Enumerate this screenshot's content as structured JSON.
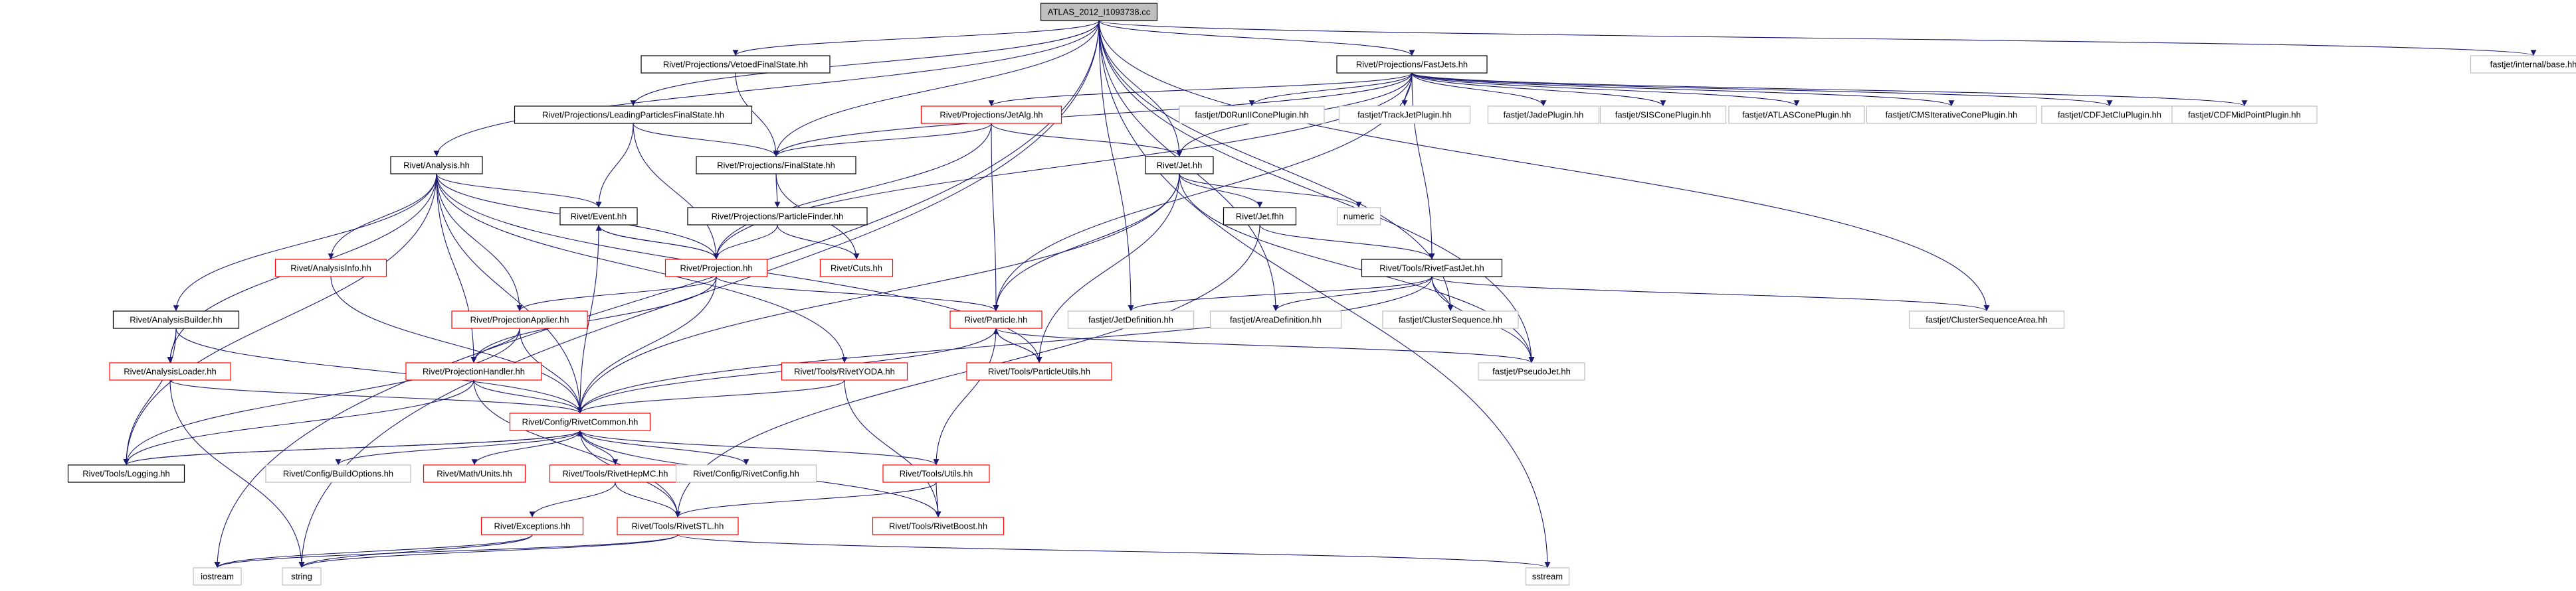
{
  "graph": {
    "nodes": [
      {
        "id": "root",
        "label": "ATLAS_2012_I1093738.cc",
        "style": "root"
      },
      {
        "id": "vetoed",
        "label": "Rivet/Projections/VetoedFinalState.hh",
        "style": "black"
      },
      {
        "id": "fastjets",
        "label": "Rivet/Projections/FastJets.hh",
        "style": "black"
      },
      {
        "id": "internalbase",
        "label": "fastjet/internal/base.hh",
        "style": "gray"
      },
      {
        "id": "leading",
        "label": "Rivet/Projections/LeadingParticlesFinalState.hh",
        "style": "black"
      },
      {
        "id": "jetalg",
        "label": "Rivet/Projections/JetAlg.hh",
        "style": "red"
      },
      {
        "id": "d0run",
        "label": "fastjet/D0RunIIConePlugin.hh",
        "style": "gray"
      },
      {
        "id": "trackjet",
        "label": "fastjet/TrackJetPlugin.hh",
        "style": "gray"
      },
      {
        "id": "jade",
        "label": "fastjet/JadePlugin.hh",
        "style": "gray"
      },
      {
        "id": "siscone",
        "label": "fastjet/SISConePlugin.hh",
        "style": "gray"
      },
      {
        "id": "atlascone",
        "label": "fastjet/ATLASConePlugin.hh",
        "style": "gray"
      },
      {
        "id": "cmsiter",
        "label": "fastjet/CMSIterativeConePlugin.hh",
        "style": "gray"
      },
      {
        "id": "cdfjetclu",
        "label": "fastjet/CDFJetCluPlugin.hh",
        "style": "gray"
      },
      {
        "id": "cdfmid",
        "label": "fastjet/CDFMidPointPlugin.hh",
        "style": "gray"
      },
      {
        "id": "analysis",
        "label": "Rivet/Analysis.hh",
        "style": "black"
      },
      {
        "id": "finalstate",
        "label": "Rivet/Projections/FinalState.hh",
        "style": "black"
      },
      {
        "id": "jet",
        "label": "Rivet/Jet.hh",
        "style": "black"
      },
      {
        "id": "event",
        "label": "Rivet/Event.hh",
        "style": "black"
      },
      {
        "id": "partfinder",
        "label": "Rivet/Projections/ParticleFinder.hh",
        "style": "black"
      },
      {
        "id": "jetfhh",
        "label": "Rivet/Jet.fhh",
        "style": "black"
      },
      {
        "id": "numeric",
        "label": "numeric",
        "style": "gray"
      },
      {
        "id": "analysisinfo",
        "label": "Rivet/AnalysisInfo.hh",
        "style": "red"
      },
      {
        "id": "projection",
        "label": "Rivet/Projection.hh",
        "style": "red"
      },
      {
        "id": "cuts",
        "label": "Rivet/Cuts.hh",
        "style": "red"
      },
      {
        "id": "rivetfastjet",
        "label": "Rivet/Tools/RivetFastJet.hh",
        "style": "black"
      },
      {
        "id": "analysisbuilder",
        "label": "Rivet/AnalysisBuilder.hh",
        "style": "black"
      },
      {
        "id": "projapplier",
        "label": "Rivet/ProjectionApplier.hh",
        "style": "red"
      },
      {
        "id": "particle",
        "label": "Rivet/Particle.hh",
        "style": "red"
      },
      {
        "id": "jetdef",
        "label": "fastjet/JetDefinition.hh",
        "style": "gray"
      },
      {
        "id": "areadef",
        "label": "fastjet/AreaDefinition.hh",
        "style": "gray"
      },
      {
        "id": "clusterseq",
        "label": "fastjet/ClusterSequence.hh",
        "style": "gray"
      },
      {
        "id": "clusterseqarea",
        "label": "fastjet/ClusterSequenceArea.hh",
        "style": "gray"
      },
      {
        "id": "analysisloader",
        "label": "Rivet/AnalysisLoader.hh",
        "style": "red"
      },
      {
        "id": "projhandler",
        "label": "Rivet/ProjectionHandler.hh",
        "style": "red"
      },
      {
        "id": "rivetyoda",
        "label": "Rivet/Tools/RivetYODA.hh",
        "style": "red"
      },
      {
        "id": "particleutils",
        "label": "Rivet/Tools/ParticleUtils.hh",
        "style": "red"
      },
      {
        "id": "pseudojet",
        "label": "fastjet/PseudoJet.hh",
        "style": "gray"
      },
      {
        "id": "rivetcommon",
        "label": "Rivet/Config/RivetCommon.hh",
        "style": "red"
      },
      {
        "id": "logging",
        "label": "Rivet/Tools/Logging.hh",
        "style": "black"
      },
      {
        "id": "buildoptions",
        "label": "Rivet/Config/BuildOptions.hh",
        "style": "gray"
      },
      {
        "id": "mathunits",
        "label": "Rivet/Math/Units.hh",
        "style": "red"
      },
      {
        "id": "rivethepmc",
        "label": "Rivet/Tools/RivetHepMC.hh",
        "style": "red"
      },
      {
        "id": "rivetconfig",
        "label": "Rivet/Config/RivetConfig.hh",
        "style": "gray"
      },
      {
        "id": "utils",
        "label": "Rivet/Tools/Utils.hh",
        "style": "red"
      },
      {
        "id": "exceptions",
        "label": "Rivet/Exceptions.hh",
        "style": "red"
      },
      {
        "id": "rivetstl",
        "label": "Rivet/Tools/RivetSTL.hh",
        "style": "red"
      },
      {
        "id": "rivetboost",
        "label": "Rivet/Tools/RivetBoost.hh",
        "style": "red"
      },
      {
        "id": "iostream",
        "label": "iostream",
        "style": "gray"
      },
      {
        "id": "string",
        "label": "string",
        "style": "gray"
      },
      {
        "id": "sstream",
        "label": "sstream",
        "style": "gray"
      }
    ],
    "edges": [
      [
        "root",
        "vetoed"
      ],
      [
        "root",
        "fastjets"
      ],
      [
        "root",
        "internalbase"
      ],
      [
        "root",
        "leading"
      ],
      [
        "root",
        "analysis"
      ],
      [
        "root",
        "finalstate"
      ],
      [
        "root",
        "jet"
      ],
      [
        "root",
        "jetdef"
      ],
      [
        "root",
        "areadef"
      ],
      [
        "root",
        "clusterseq"
      ],
      [
        "root",
        "clusterseqarea"
      ],
      [
        "root",
        "pseudojet"
      ],
      [
        "root",
        "iostream"
      ],
      [
        "root",
        "string"
      ],
      [
        "root",
        "sstream"
      ],
      [
        "vetoed",
        "finalstate"
      ],
      [
        "fastjets",
        "jetalg"
      ],
      [
        "fastjets",
        "d0run"
      ],
      [
        "fastjets",
        "trackjet"
      ],
      [
        "fastjets",
        "jade"
      ],
      [
        "fastjets",
        "siscone"
      ],
      [
        "fastjets",
        "atlascone"
      ],
      [
        "fastjets",
        "cmsiter"
      ],
      [
        "fastjets",
        "cdfjetclu"
      ],
      [
        "fastjets",
        "cdfmid"
      ],
      [
        "fastjets",
        "finalstate"
      ],
      [
        "fastjets",
        "jet"
      ],
      [
        "fastjets",
        "projection"
      ],
      [
        "fastjets",
        "particle"
      ],
      [
        "fastjets",
        "rivetfastjet"
      ],
      [
        "leading",
        "finalstate"
      ],
      [
        "leading",
        "event"
      ],
      [
        "leading",
        "projection"
      ],
      [
        "jetalg",
        "finalstate"
      ],
      [
        "jetalg",
        "jet"
      ],
      [
        "jetalg",
        "particle"
      ],
      [
        "jetalg",
        "projection"
      ],
      [
        "analysis",
        "event"
      ],
      [
        "analysis",
        "projection"
      ],
      [
        "analysis",
        "analysisinfo"
      ],
      [
        "analysis",
        "analysisbuilder"
      ],
      [
        "analysis",
        "projapplier"
      ],
      [
        "analysis",
        "analysisloader"
      ],
      [
        "analysis",
        "projhandler"
      ],
      [
        "analysis",
        "rivetyoda"
      ],
      [
        "analysis",
        "particleutils"
      ],
      [
        "analysis",
        "rivetcommon"
      ],
      [
        "analysis",
        "logging"
      ],
      [
        "finalstate",
        "partfinder"
      ],
      [
        "finalstate",
        "cuts"
      ],
      [
        "jet",
        "jetfhh"
      ],
      [
        "jet",
        "numeric"
      ],
      [
        "jet",
        "particle"
      ],
      [
        "jet",
        "particleutils"
      ],
      [
        "jet",
        "pseudojet"
      ],
      [
        "jet",
        "rivetcommon"
      ],
      [
        "event",
        "projection"
      ],
      [
        "event",
        "rivetcommon"
      ],
      [
        "partfinder",
        "projection"
      ],
      [
        "partfinder",
        "cuts"
      ],
      [
        "jetfhh",
        "rivetfastjet"
      ],
      [
        "jetfhh",
        "rivetstl"
      ],
      [
        "analysisinfo",
        "rivetcommon"
      ],
      [
        "projection",
        "event"
      ],
      [
        "projection",
        "projapplier"
      ],
      [
        "projection",
        "projhandler"
      ],
      [
        "projection",
        "particle"
      ],
      [
        "projection",
        "rivetcommon"
      ],
      [
        "rivetfastjet",
        "jetdef"
      ],
      [
        "rivetfastjet",
        "areadef"
      ],
      [
        "rivetfastjet",
        "clusterseq"
      ],
      [
        "rivetfastjet",
        "clusterseqarea"
      ],
      [
        "rivetfastjet",
        "pseudojet"
      ],
      [
        "rivetfastjet",
        "rivetcommon"
      ],
      [
        "analysisbuilder",
        "analysisloader"
      ],
      [
        "analysisbuilder",
        "logging"
      ],
      [
        "analysisbuilder",
        "rivetcommon"
      ],
      [
        "projapplier",
        "projhandler"
      ],
      [
        "projapplier",
        "logging"
      ],
      [
        "projapplier",
        "rivetcommon"
      ],
      [
        "particle",
        "particleutils"
      ],
      [
        "particle",
        "rivetcommon"
      ],
      [
        "particle",
        "pseudojet"
      ],
      [
        "particle",
        "utils"
      ],
      [
        "particleutils",
        "particle"
      ],
      [
        "analysisloader",
        "rivetcommon"
      ],
      [
        "analysisloader",
        "string"
      ],
      [
        "projhandler",
        "rivetcommon"
      ],
      [
        "projhandler",
        "logging"
      ],
      [
        "projhandler",
        "rivetstl"
      ],
      [
        "rivetyoda",
        "rivetcommon"
      ],
      [
        "rivetyoda",
        "rivetboost"
      ],
      [
        "rivetcommon",
        "logging"
      ],
      [
        "rivetcommon",
        "buildoptions"
      ],
      [
        "rivetcommon",
        "mathunits"
      ],
      [
        "rivetcommon",
        "rivethepmc"
      ],
      [
        "rivetcommon",
        "rivetconfig"
      ],
      [
        "rivetcommon",
        "utils"
      ],
      [
        "rivetcommon",
        "rivetstl"
      ],
      [
        "rivetcommon",
        "rivetboost"
      ],
      [
        "logging",
        "rivetcommon"
      ],
      [
        "rivethepmc",
        "exceptions"
      ],
      [
        "rivethepmc",
        "rivetstl"
      ],
      [
        "utils",
        "rivetstl"
      ],
      [
        "utils",
        "rivetboost"
      ],
      [
        "exceptions",
        "string"
      ],
      [
        "exceptions",
        "iostream"
      ],
      [
        "rivetstl",
        "iostream"
      ],
      [
        "rivetstl",
        "string"
      ],
      [
        "rivetstl",
        "sstream"
      ]
    ]
  },
  "colors": {
    "edge": "#191970",
    "black_border": "#000000",
    "red_border": "#ff0000",
    "gray_border": "#bfbfbf",
    "root_fill": "#bfbfbf"
  }
}
